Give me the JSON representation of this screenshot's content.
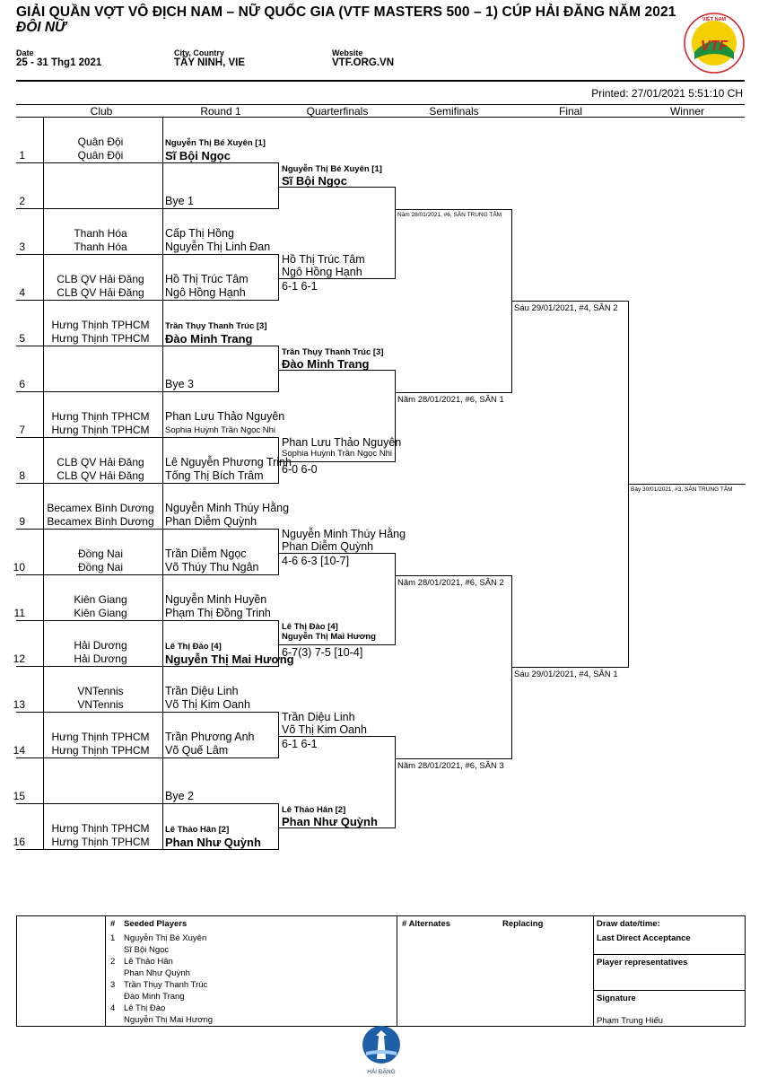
{
  "header": {
    "title": "GIẢI QUẦN VỢT VÔ ĐỊCH NAM – NỮ QUỐC GIA (VTF MASTERS 500 – 1) CÚP HẢI ĐĂNG NĂM 2021",
    "subtitle": "ĐÔI NỮ",
    "date_label": "Date",
    "date_value": "25 - 31 Thg1 2021",
    "city_label": "City, Country",
    "city_value": "TÂY NINH, VIE",
    "website_label": "Website",
    "website_value": "VTF.ORG.VN",
    "printed": "Printed: 27/01/2021 5:51:10 CH",
    "logo_text": "VTF",
    "logo_ring": "VIỆT NAM · LIÊN ĐOÀN QUẦN VỢT"
  },
  "columns": [
    "Club",
    "Round 1",
    "Quarterfinals",
    "Semifinals",
    "Final",
    "Winner"
  ],
  "draw": [
    {
      "num": "1",
      "club1": "Quân Đội",
      "club2": "Quân Đội",
      "p1": "Nguyễn Thị Bé Xuyên [1]",
      "p2": "Sĩ Bội Ngọc"
    },
    {
      "num": "2",
      "club1": "",
      "club2": "",
      "p1": "",
      "p2": "Bye 1"
    },
    {
      "num": "3",
      "club1": "Thanh Hóa",
      "club2": "Thanh Hóa",
      "p1": "Cấp Thị Hồng",
      "p2": "Nguyễn Thị Linh Đan"
    },
    {
      "num": "4",
      "club1": "CLB QV Hải Đăng",
      "club2": "CLB QV Hải Đăng",
      "p1": "Hồ Thị Trúc Tâm",
      "p2": "Ngô Hồng Hạnh"
    },
    {
      "num": "5",
      "club1": "Hưng Thịnh TPHCM",
      "club2": "Hưng Thịnh TPHCM",
      "p1": "Trần Thụy Thanh Trúc [3]",
      "p2": "Đào Minh Trang"
    },
    {
      "num": "6",
      "club1": "",
      "club2": "",
      "p1": "",
      "p2": "Bye 3"
    },
    {
      "num": "7",
      "club1": "Hưng Thịnh TPHCM",
      "club2": "Hưng Thịnh TPHCM",
      "p1": "Phan Lưu Thảo Nguyên",
      "p2": "Sophia Huỳnh Trần Ngọc Nhi"
    },
    {
      "num": "8",
      "club1": "CLB QV Hải Đăng",
      "club2": "CLB QV Hải Đăng",
      "p1": "Lê Nguyễn Phương Trinh",
      "p2": "Tống Thị Bích Trâm"
    },
    {
      "num": "9",
      "club1": "Becamex Bình Dương",
      "club2": "Becamex Bình Dương",
      "p1": "Nguyễn Minh Thúy Hằng",
      "p2": "Phan Diễm Quỳnh"
    },
    {
      "num": "10",
      "club1": "Đồng Nai",
      "club2": "Đồng Nai",
      "p1": "Trần Diễm Ngọc",
      "p2": "Võ Thúy Thu Ngân"
    },
    {
      "num": "11",
      "club1": "Kiên Giang",
      "club2": "Kiên Giang",
      "p1": "Nguyễn Minh Huyền",
      "p2": "Phạm Thị Đồng Trinh"
    },
    {
      "num": "12",
      "club1": "Hải Dương",
      "club2": "Hải Dương",
      "p1": "Lê Thị Đào [4]",
      "p2": "Nguyễn Thị Mai Hương"
    },
    {
      "num": "13",
      "club1": "VNTennis",
      "club2": "VNTennis",
      "p1": "Trần Diệu Linh",
      "p2": "Võ Thị Kim Oanh"
    },
    {
      "num": "14",
      "club1": "Hưng Thịnh TPHCM",
      "club2": "Hưng Thịnh TPHCM",
      "p1": "Trần Phương Anh",
      "p2": "Võ Quế Lâm"
    },
    {
      "num": "15",
      "club1": "",
      "club2": "",
      "p1": "",
      "p2": "Bye 2"
    },
    {
      "num": "16",
      "club1": "Hưng Thịnh TPHCM",
      "club2": "Hưng Thịnh TPHCM",
      "p1": "Lê Thảo Hân [2]",
      "p2": "Phan Như Quỳnh"
    }
  ],
  "quarterfinals": [
    {
      "p1": "Nguyễn Thị Bé Xuyên [1]",
      "p2": "Sĩ Bội Ngọc",
      "score": ""
    },
    {
      "p1": "Hồ Thị Trúc Tâm",
      "p2": "Ngô Hồng Hạnh",
      "score": "6-1 6-1"
    },
    {
      "p1": "Trần Thụy Thanh Trúc [3]",
      "p2": "Đào Minh Trang",
      "score": ""
    },
    {
      "p1": "Phan Lưu Thảo Nguyên",
      "p2": "Sophia Huỳnh Trần Ngọc Nhi",
      "score": "6-0 6-0"
    },
    {
      "p1": "Nguyễn Minh Thúy Hằng",
      "p2": "Phan Diễm Quỳnh",
      "score": "4-6 6-3 [10-7]"
    },
    {
      "p1": "Lê Thị Đào [4]",
      "p2": "Nguyễn Thị Mai Hương",
      "score": "6-7(3) 7-5 [10-4]"
    },
    {
      "p1": "Trần Diệu Linh",
      "p2": "Võ Thị Kim Oanh",
      "score": "6-1 6-1"
    },
    {
      "p1": "Lê Thảo Hân [2]",
      "p2": "Phan Như Quỳnh",
      "score": ""
    }
  ],
  "semifinals_schedule": [
    "Năm 28/01/2021, #6, SÂN TRUNG TÂM",
    "Năm 28/01/2021, #6, SÂN 1",
    "Năm 28/01/2021, #6, SÂN 2",
    "Năm 28/01/2021, #6, SÂN 3"
  ],
  "final_schedule": [
    "Sáu 29/01/2021, #4, SÂN 2",
    "Sáu 29/01/2021, #4, SÂN 1"
  ],
  "winner_schedule": "Bảy 30/01/2021, #3, SÂN TRUNG TÂM",
  "footer": {
    "seeded_hash": "#",
    "seeded_title": "Seeded Players",
    "seeds": [
      {
        "n": "1",
        "a": "Nguyễn Thị Bé Xuyên",
        "b": "Sĩ Bội Ngọc"
      },
      {
        "n": "2",
        "a": "Lê Thảo Hân",
        "b": "Phan Như Quỳnh"
      },
      {
        "n": "3",
        "a": "Trần Thụy Thanh Trúc",
        "b": "Đào Minh Trang"
      },
      {
        "n": "4",
        "a": "Lê Thị Đào",
        "b": "Nguyễn Thị Mai Hương"
      }
    ],
    "alternates_title": "# Alternates",
    "replacing_title": "Replacing",
    "draw_date_label": "Draw date/time:",
    "last_direct_label": "Last Direct Acceptance",
    "player_rep_label": "Player representatives",
    "signature_label": "Signature",
    "signature_name": "Phạm Trung Hiếu",
    "logo_caption": "HẢI ĐĂNG"
  }
}
